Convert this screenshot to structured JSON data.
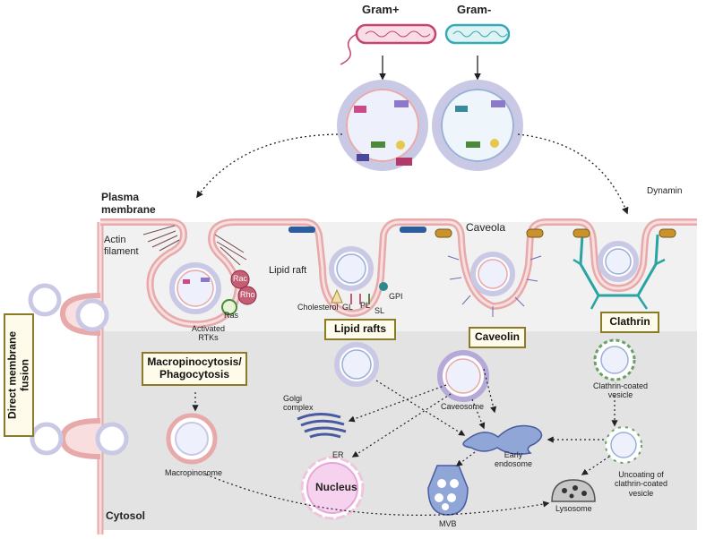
{
  "labels": {
    "gram_pos": "Gram+",
    "gram_neg": "Gram-",
    "plasma_membrane": "Plasma\nmembrane",
    "actin_filament": "Actin\nfilament",
    "rac": "Rac",
    "rho": "Rho",
    "ras": "Ras",
    "activated_rtks": "Activated\nRTKs",
    "lipid_raft": "Lipid raft",
    "cholesterol": "Cholesterol",
    "gl": "GL",
    "pl": "PL",
    "sl": "SL",
    "gpi": "GPI",
    "caveola": "Caveola",
    "dynamin": "Dynamin",
    "golgi_complex": "Golgi\ncomplex",
    "caveosome": "Caveosome",
    "early_endosome": "Early\nendosome",
    "er": "ER",
    "nucleus": "Nucleus",
    "mvb": "MVB",
    "lysosome": "Lysosome",
    "macropinosome": "Macropinosome",
    "clathrin_coated_vesicle": "Clathrin-coated\nvesicle",
    "uncoating": "Uncoating of\nclathrin-coated\nvesicle",
    "cytosol": "Cytosol"
  },
  "boxes": {
    "macropinocytosis": "Macropinocytosis/\nPhagocytosis",
    "lipid_rafts": "Lipid rafts",
    "caveolin": "Caveolin",
    "clathrin": "Clathrin",
    "direct_fusion": "Direct membrane\nfusion"
  },
  "colors": {
    "membrane_outer": "#e7a9a9",
    "membrane_fill": "#f8dede",
    "cytosol": "#e6e6e6",
    "box_fill": "#fffbea",
    "box_border": "#8a7a2a",
    "clathrin": "#2aa3a3",
    "caveolin": "#6b6bb0",
    "endosome": "#8fa6d6"
  }
}
